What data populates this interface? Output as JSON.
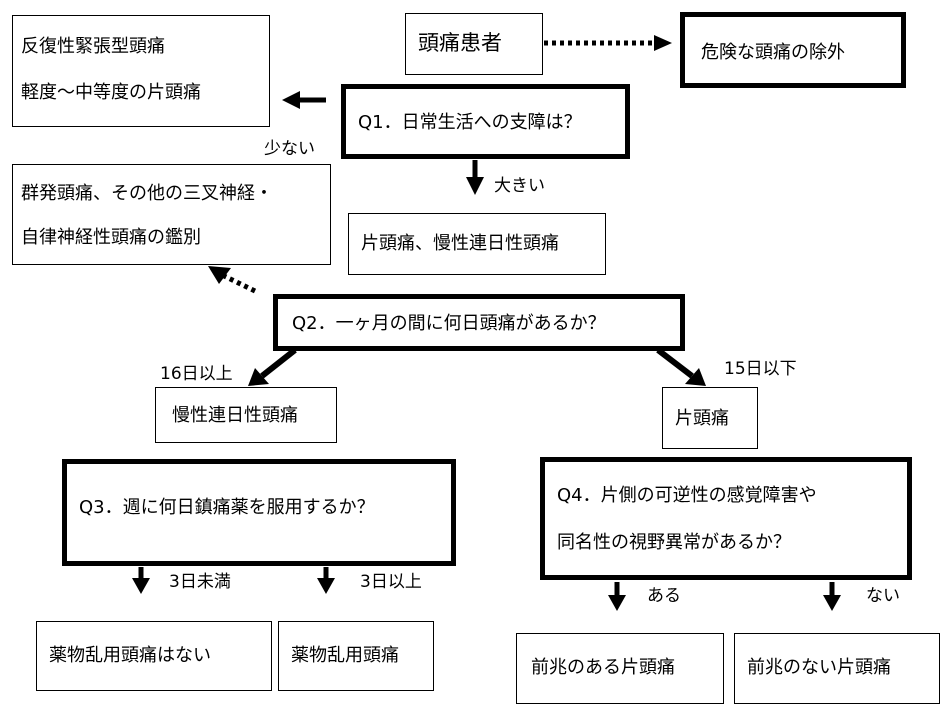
{
  "nodes": {
    "start": "頭痛患者",
    "exclude": "危険な頭痛の除外",
    "tension_line1": "反復性緊張型頭痛",
    "tension_line2": "軽度〜中等度の片頭痛",
    "q1": "Q1．日常生活への支障は？",
    "cluster_line1": "群発頭痛、その他の三叉神経・",
    "cluster_line2": "自律神経性頭痛の鑑別",
    "migraine_chronic": "片頭痛、慢性連日性頭痛",
    "q2": "Q2．一ヶ月の間に何日頭痛があるか？",
    "chronic_daily": "慢性連日性頭痛",
    "migraine": "片頭痛",
    "q3": "Q3．週に何日鎮痛薬を服用するか？",
    "q4_line1": "Q4．片側の可逆性の感覚障害や",
    "q4_line2": "同名性の視野異常があるか？",
    "no_moh": "薬物乱用頭痛はない",
    "moh": "薬物乱用頭痛",
    "aura": "前兆のある片頭痛",
    "no_aura": "前兆のない片頭痛"
  },
  "edge_labels": {
    "few": "少ない",
    "large": "大きい",
    "ge16": "16日以上",
    "le15": "15日以下",
    "lt3": "3日未満",
    "ge3": "3日以上",
    "yes": "ある",
    "no": "ない"
  }
}
